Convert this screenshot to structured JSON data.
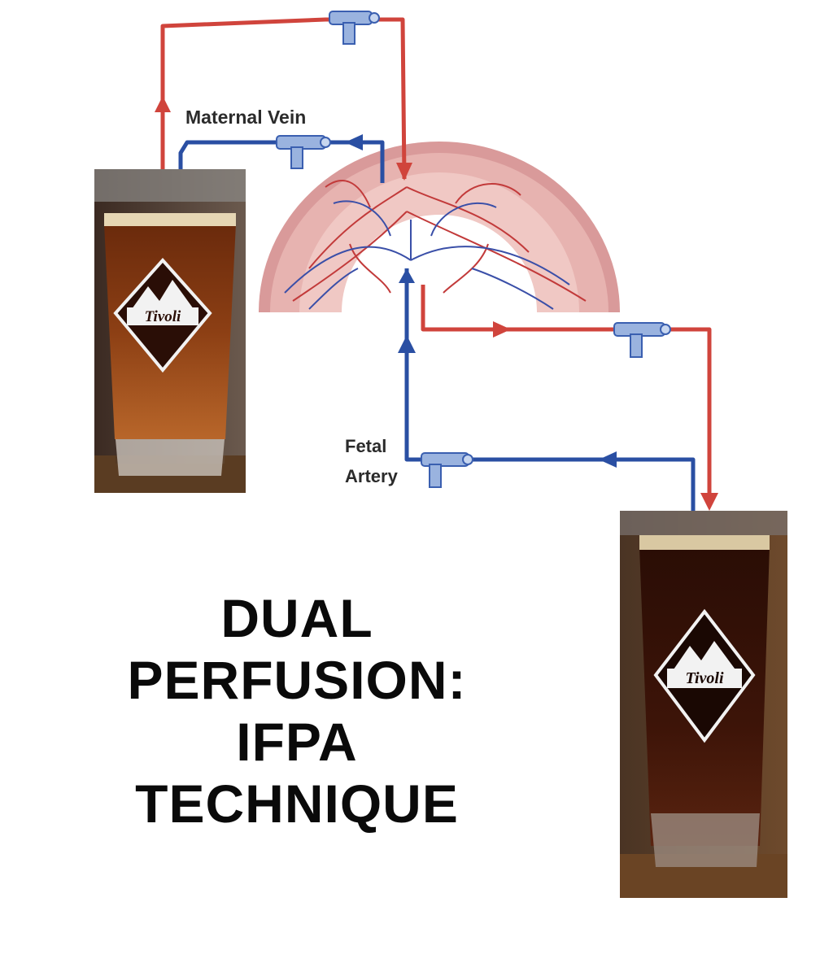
{
  "diagram": {
    "labels": {
      "maternal_vein": "Maternal Vein",
      "fetal_artery_line1": "Fetal",
      "fetal_artery_line2": "Artery"
    },
    "title_lines": [
      "DUAL",
      "PERFUSION:",
      "IFPA",
      "TECHNIQUE"
    ],
    "glass_logo_text": "Tivoli",
    "colors": {
      "artery_red": "#d0443c",
      "vein_blue": "#2a4fa3",
      "placenta_pink": "#e8b4b4",
      "lighter_beer": "#8a3f12",
      "darker_beer": "#3a1206"
    }
  }
}
